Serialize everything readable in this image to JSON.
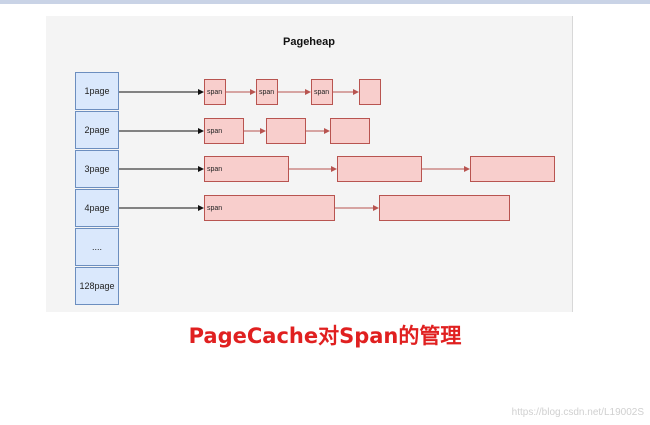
{
  "diagram": {
    "title": "Pageheap",
    "rows": [
      {
        "label": "1page",
        "spans": [
          "span",
          "span",
          "span",
          ""
        ]
      },
      {
        "label": "2page",
        "spans": [
          "span",
          "",
          ""
        ]
      },
      {
        "label": "3page",
        "spans": [
          "span",
          "",
          ""
        ]
      },
      {
        "label": "4page",
        "spans": [
          "span",
          ""
        ]
      },
      {
        "label": "....",
        "spans": []
      },
      {
        "label": "128page",
        "spans": []
      }
    ]
  },
  "caption": "PageCache对Span的管理",
  "watermark": "https://blog.csdn.net/L19002S",
  "colors": {
    "cell_fill": "#dae8fc",
    "cell_border": "#6c8ebf",
    "span_fill": "#f8cecc",
    "span_border": "#b85450",
    "caption": "#e02020"
  }
}
